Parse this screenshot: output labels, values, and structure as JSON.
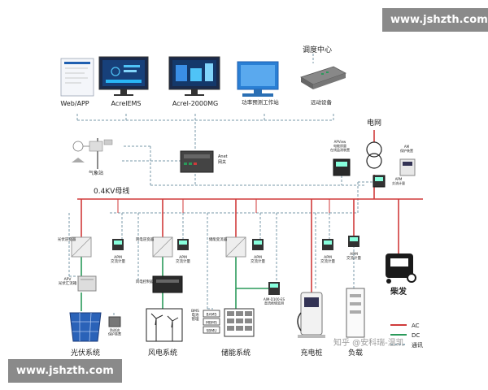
{
  "watermark_top": "www.jshzth.com",
  "watermark_bottom": "www.jshzth.com",
  "zhihu_watermark": "知乎 @安科瑞-温凯",
  "top": {
    "dispatch_center": "调度中心",
    "web_app": "Web/APP",
    "acrel_ems": "AcrelEMS",
    "acrel_2000mg": "Acrel-2000MG",
    "workstation": "功率预测工作站",
    "remote_device": "远动设备"
  },
  "gateway": {
    "line1": "Anet",
    "line2": "网关"
  },
  "weather_station": "气象站",
  "bus_label": "0.4KV母线",
  "grid": {
    "label": "电网",
    "relay_label": "APView\n电能质量\n在线监测装置",
    "protect_label": "AM\n保护装置",
    "meter_label": "APM\n交流计量"
  },
  "columns": {
    "pv": {
      "title": "光伏系统",
      "inverter": "光伏逆变器",
      "meter": "APM\n交流计量",
      "combiner": "APV\n光伏汇流箱",
      "anti": "防逆流\n保护装置"
    },
    "wind": {
      "title": "风电系统",
      "inverter": "风电逆变器",
      "meter": "APM\n交流计量",
      "controller": "风电控制器"
    },
    "storage": {
      "title": "储能系统",
      "pcs": "储能变流器",
      "meter": "APM\n交流计量",
      "bms_cells": [
        "BAMS",
        "MBMS",
        "SBMU"
      ],
      "bms_label": "BMS\n电池\n管理",
      "dc_meter": "AIM-D100-ES\n直流绝缘监测"
    },
    "charger": {
      "title": "充电桩",
      "meter": "APM\n交流计量"
    },
    "load": {
      "title": "负载",
      "meter": "APM\n交流计量"
    },
    "diesel": {
      "title": "柴发"
    }
  },
  "legend": {
    "ac": "AC",
    "dc": "DC",
    "comm": "通讯"
  },
  "colors": {
    "ac": "#d03a3a",
    "dc": "#2a9a5a",
    "comm": "#7a9aaa",
    "accent": "#1f5fb0"
  }
}
